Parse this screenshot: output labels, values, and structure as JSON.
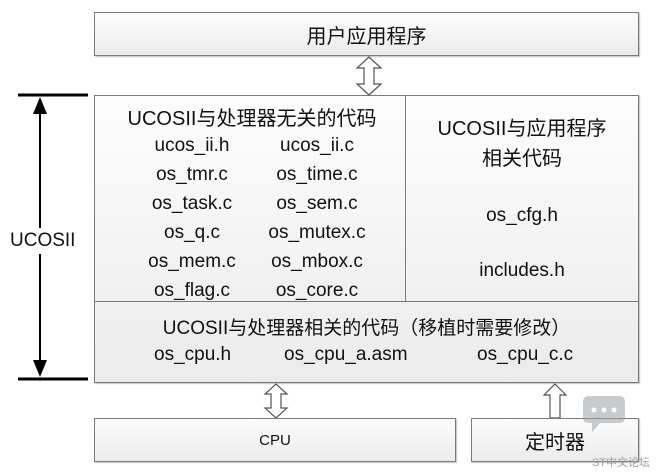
{
  "top": {
    "label": "用户应用程序"
  },
  "side": {
    "label": "UCOSII"
  },
  "independent": {
    "title": "UCOSII与处理器无关的代码",
    "files": [
      [
        "ucos_ii.h",
        "ucos_ii.c"
      ],
      [
        "os_tmr.c",
        "os_time.c"
      ],
      [
        "os_task.c",
        "os_sem.c"
      ],
      [
        "os_q.c",
        "os_mutex.c"
      ],
      [
        "os_mem.c",
        "os_mbox.c"
      ],
      [
        "os_flag.c",
        "os_core.c"
      ]
    ]
  },
  "app_related": {
    "title_line1": "UCOSII与应用程序",
    "title_line2": "相关代码",
    "files": [
      "os_cfg.h",
      "includes.h"
    ]
  },
  "dependent": {
    "title": "UCOSII与处理器相关的代码（移植时需要修改）",
    "files": [
      "os_cpu.h",
      "os_cpu_a.asm",
      "os_cpu_c.c"
    ]
  },
  "cpu": {
    "label": "CPU"
  },
  "timer": {
    "label": "定时器"
  },
  "watermark": {
    "text": "ST中文论坛",
    "icon": "chat-bubble-icon"
  }
}
